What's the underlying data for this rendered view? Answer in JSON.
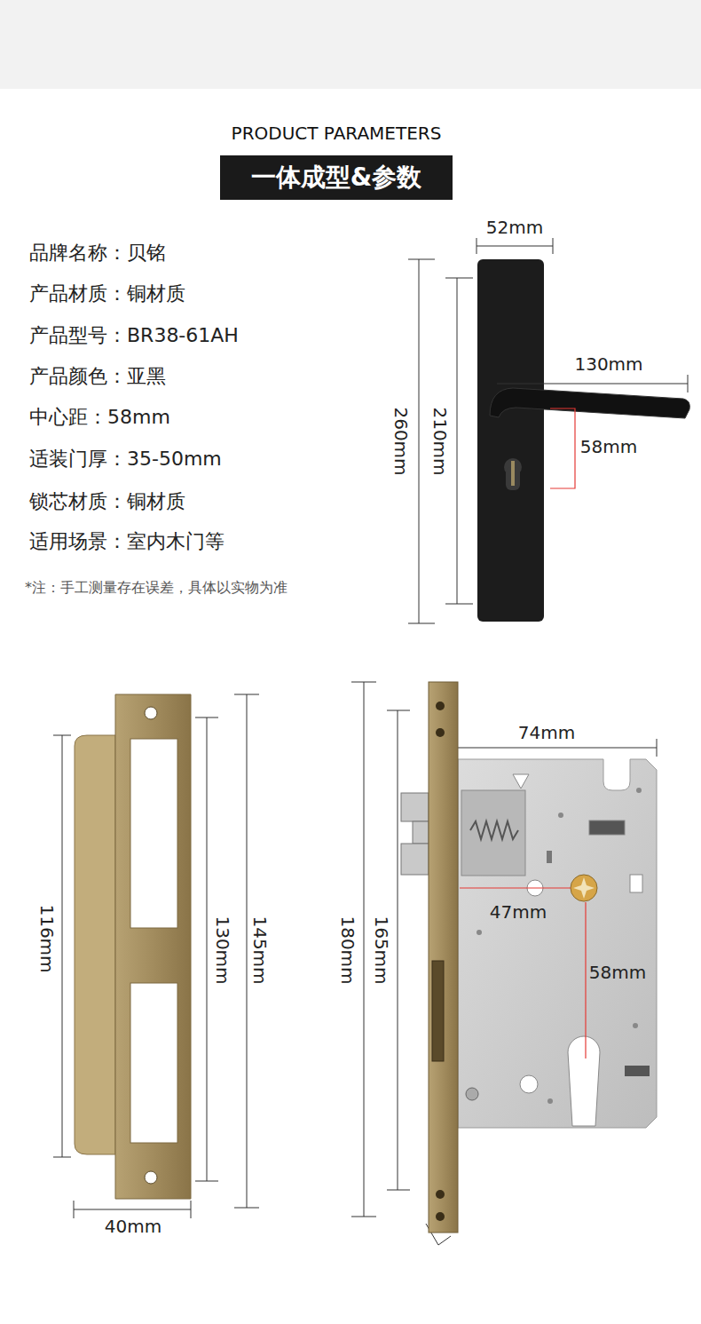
{
  "diagram": {
    "title": "PRODUCT PARAMETERS",
    "nodes": [
      {
        "text": [
          "一体成型&参数"
        ]
      }
    ],
    "labels": [
      "品牌名称：贝铭",
      "产品材质：铜材质",
      "产品型号：BR38-61AH",
      "产品颜色：亚黑",
      "中心距：58mm",
      "适装门厚：35-50mm",
      "锁芯材质：铜材质",
      "适用场景：室内木门等",
      "*注：手工测量存在误差，具体以实物为准",
      "52mm",
      "260mm",
      "210mm",
      "130mm",
      "58mm",
      "116mm",
      "130mm",
      "145mm",
      "40mm",
      "180mm",
      "165mm",
      "74mm",
      "47mm",
      "58mm"
    ]
  }
}
